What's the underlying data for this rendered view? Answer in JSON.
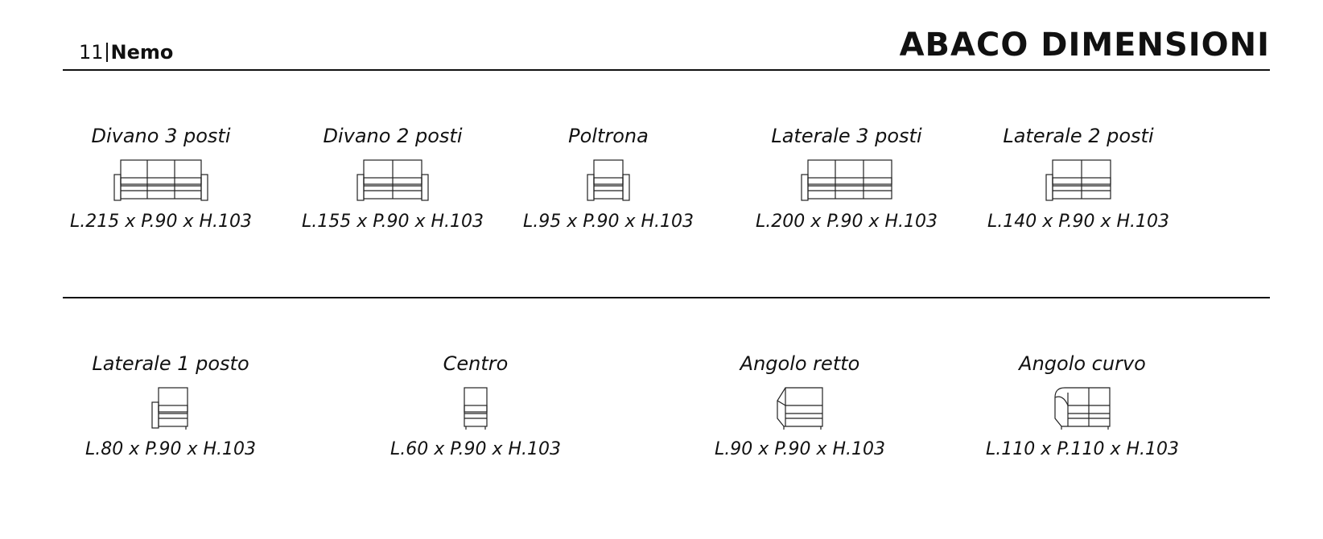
{
  "header": {
    "page_number": "11",
    "brand": "Nemo",
    "title": "ABACO DIMENSIONI"
  },
  "rows": [
    {
      "items": [
        {
          "name": "Divano 3 posti",
          "dimensions": "L.215 x P.90 x H.103",
          "figure": "sofa-3-seats"
        },
        {
          "name": "Divano 2 posti",
          "dimensions": "L.155 x P.90 x H.103",
          "figure": "sofa-2-seats"
        },
        {
          "name": "Poltrona",
          "dimensions": "L.95 x P.90 x H.103",
          "figure": "armchair"
        },
        {
          "name": "Laterale 3 posti",
          "dimensions": "L.200 x P.90 x H.103",
          "figure": "side-3-seats"
        },
        {
          "name": "Laterale 2 posti",
          "dimensions": "L.140 x P.90 x H.103",
          "figure": "side-2-seats"
        }
      ]
    },
    {
      "items": [
        {
          "name": "Laterale 1 posto",
          "dimensions": "L.80 x P.90 x H.103",
          "figure": "side-1-seat"
        },
        {
          "name": "Centro",
          "dimensions": "L.60 x P.90 x H.103",
          "figure": "center-module"
        },
        {
          "name": "Angolo retto",
          "dimensions": "L.90 x P.90 x H.103",
          "figure": "straight-corner"
        },
        {
          "name": "Angolo curvo",
          "dimensions": "L.110 x P.110 x H.103",
          "figure": "curved-corner"
        }
      ]
    }
  ]
}
